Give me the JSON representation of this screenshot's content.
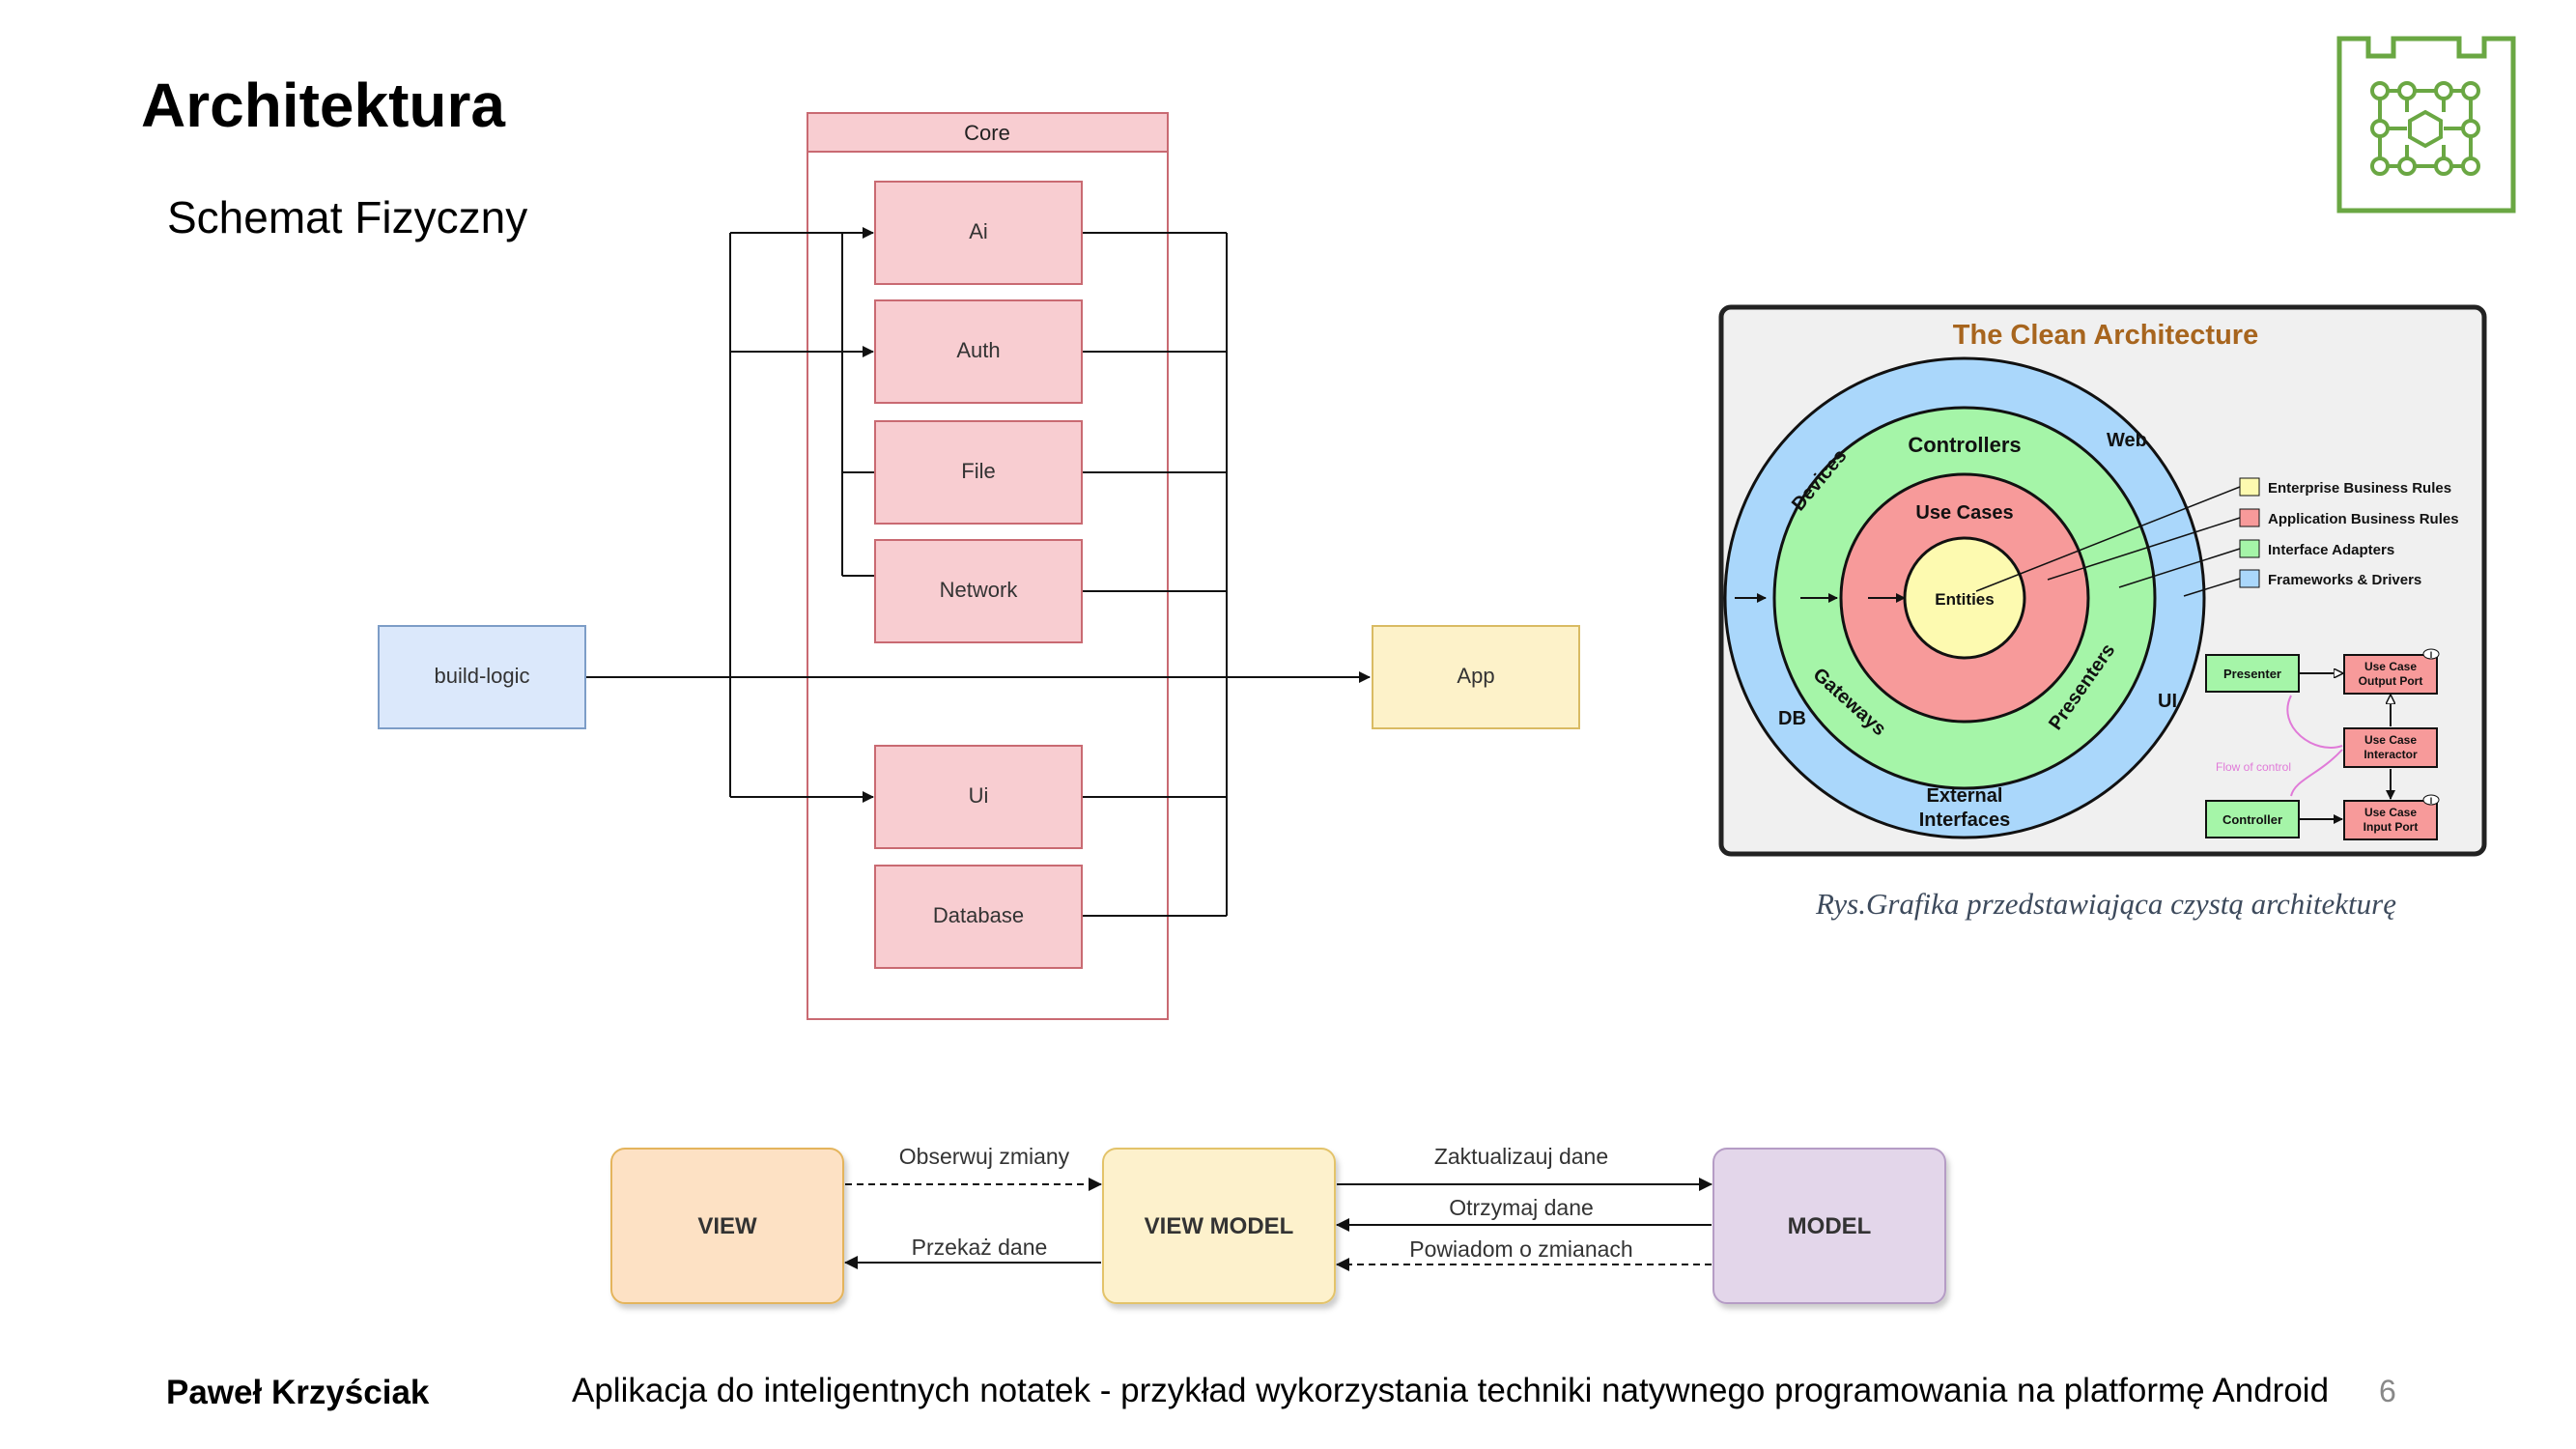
{
  "slide": {
    "title": "Architektura",
    "subtitle": "Schemat Fizyczny",
    "caption": "Rys.Grafika przedstawiająca czystą architekturę",
    "footer_author": "Paweł Krzyściak",
    "footer_title": "Aplikacja do inteligentnych notatek - przykład wykorzystania techniki natywnego programowania na platformę Android",
    "page_number": "6"
  },
  "logo_icon": "circuit-castle-icon",
  "module_diagram": {
    "core_label": "Core",
    "modules": [
      "Ai",
      "Auth",
      "File",
      "Network",
      "Ui",
      "Database"
    ],
    "build_logic": "build-logic",
    "app": "App",
    "colors": {
      "module_fill": "#f8cdd1",
      "module_border": "#c96a72",
      "build_fill": "#dbe8fb",
      "app_fill": "#fdf2c9"
    }
  },
  "clean_architecture": {
    "title": "The Clean Architecture",
    "rings": {
      "outer": [
        "Devices",
        "Web",
        "DB",
        "UI",
        "External",
        "Interfaces"
      ],
      "adapters": [
        "Controllers",
        "Gateways",
        "Presenters"
      ],
      "use_cases": "Use Cases",
      "entities": "Entities"
    },
    "legend": [
      {
        "label": "Enterprise Business Rules",
        "color": "#fdfab0"
      },
      {
        "label": "Application Business Rules",
        "color": "#f79a9a"
      },
      {
        "label": "Interface Adapters",
        "color": "#a5f5a8"
      },
      {
        "label": "Frameworks & Drivers",
        "color": "#aad7fb"
      }
    ],
    "flow": {
      "presenter": "Presenter",
      "controller": "Controller",
      "output_port_1": "Use Case",
      "output_port_2": "Output Port",
      "interactor_1": "Use Case",
      "interactor_2": "Interactor",
      "input_port_1": "Use Case",
      "input_port_2": "Input Port",
      "flow_of_control": "Flow of control",
      "marker": "I"
    }
  },
  "mvvm": {
    "view": "VIEW",
    "view_model": "VIEW MODEL",
    "model": "MODEL",
    "observe": "Obserwuj zmiany",
    "pass_data": "Przekaż dane",
    "update": "Zaktualizauj dane",
    "receive": "Otrzymaj dane",
    "notify": "Powiadom o zmianach"
  }
}
